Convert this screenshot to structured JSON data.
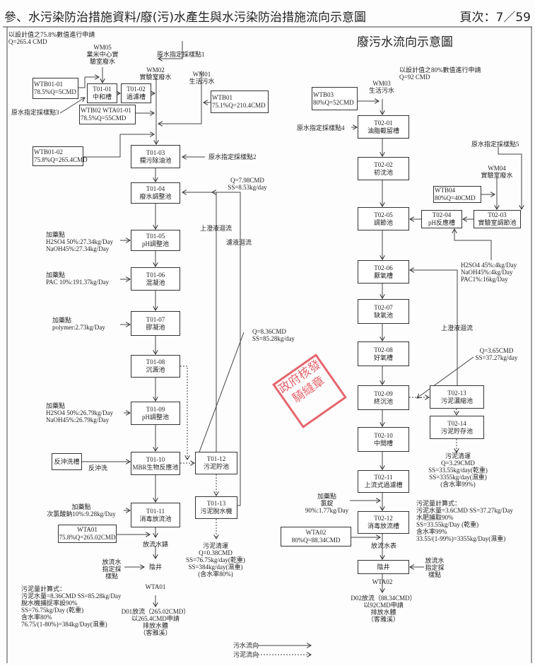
{
  "header": {
    "title": "參、水污染防治措施資料/廢(污)水產生與水污染防治措施流向示意圖",
    "page": "頁次：7／59"
  },
  "diagram_title": "廢污水流向示意圖",
  "left": {
    "note": "以設計值之75.8%數值進行申請\nQ=265.4 CMD",
    "wm05": "WM05\n業米中心實\n驗室廢水",
    "wm02": "WM02\n實驗室廢水",
    "wm01": "WM01\n生活污水",
    "sample1": "原水指定採樣點1",
    "sample2": "原水指定採樣點2",
    "sample3": "原水指定採樣點3",
    "wtb01_01": "WTB01-01\n78.5%Q=5CMD",
    "wtb02": "WTB02 WTA01-01\n78.5%Q=55CMD",
    "wtb01": "WTB01\n75.1%Q=210.4CMD",
    "wtb01_02": "WTB01-02\n75.8%Q=265.4CMD",
    "t01_01": "T01-01\n中和槽",
    "t01_02": "T01-02\n過濾槽",
    "t01_03": "T01-03\n攔污除油池",
    "t01_04": "T01-04\n廢水調整池",
    "t01_05": "T01-05\npH調整池",
    "t01_06": "T01-06\n混凝池",
    "t01_07": "T01-07\n膠凝池",
    "t01_08": "T01-08\n沉澱池",
    "t01_09": "T01-09\npH調整池",
    "t01_10": "T01-10\nMBR生物反應池",
    "t01_11": "T01-11\n消毒放流池",
    "t01_12": "T01-12\n污泥貯池",
    "t01_13": "T01-13\n污泥脫水機",
    "return_q": "Q=7.98CMD\nSS=8.53kg/day",
    "supernatant": "上澄液迴流",
    "filtrate": "濾液迴流",
    "sludge_q": "Q=8.36CMD\nSS=85.28kg/day",
    "dose1": "加藥點\nH2SO4 50%:27.34kg/Day\nNaOH45%:27.34kg/Day",
    "dose2": "加藥點\nPAC 10%:191.37kg/Day",
    "dose3": "加藥點\npolymer:2.73kg/Day",
    "dose4": "加藥點\nH2SO4 50%:26.79kg/Day\nNaOH45%:26.79kg/Day",
    "backwash_tank": "反沖洗槽",
    "backwash": "反沖洗",
    "dose5": "加藥點\n次氯酸鈉10%:9.28kg/Day",
    "wta01": "WTA01\n75.8%Q=265.02CMD",
    "meter": "放流水錶",
    "manhole": "陰井",
    "outlet_sample": "放流水\n指定採\n樣點",
    "wta01_label": "WTA01",
    "discharge": "D01放流（265.02CMD）\n以265.4CMD申請\n排放水體\n（客雅溪）",
    "sludge_out": "污泥清運\nQ=0.38CMD\nSS=76.75kg/day(乾重)\nSS=384kg/day(濕重)\n(含水率80%)",
    "calc": "污泥量計算式：\n污泥水量=8.36CMD  SS=85.28kg/Day\n脫水機捕捉率設90%\nSS=76.75kg/Day (乾重)\n含水率80%\n76.75/(1-80%)=384kg/Day(濕重)"
  },
  "right": {
    "note": "以設計值之80%數值進行申請\nQ=92 CMD",
    "wm03": "WM03\n生活污水",
    "wtb03": "WTB03\n80%Q=52CMD",
    "sample4": "原水指定採樣點4",
    "sample5": "原水指定採樣點5",
    "wm04": "WM04\n實驗室廢水",
    "wtb04": "WTB04\n80%Q=40CMD",
    "t02_01": "T02-01\n油脂截留槽",
    "t02_02": "T02-02\n初沈池",
    "t02_03": "T02-03\n實驗室調節池",
    "t02_04": "T02-04\npH反應槽",
    "t02_05": "T02-05\n調節池",
    "t02_06": "T02-06\n厭氧槽",
    "t02_07": "T02-07\n缺氧池",
    "t02_08": "T02-08\n好氧槽",
    "t02_09": "T02-09\n終沉池",
    "t02_10": "T02-10\n中間槽",
    "t02_11": "T02-11\n上流式過濾槽",
    "t02_12": "T02-12\n消毒放流槽",
    "t02_13": "T02-13\n污泥濃縮池",
    "t02_14": "T02-14\n污泥貯存池",
    "dose_a": "H2SO4 45%:4kg/Day\nNaOH45%:4kg/Day\nPAC1%:16kg/Day",
    "supernatant": "上澄液迴流",
    "sludge_q": "Q=3.65CMD\nSS=37.27kg/day",
    "sludge_out": "污泥清運\nQ=3.29CMD\nSS=33.55kg/day(乾重)\nSS=3355kg/day(濕重)\n(含水率99%)",
    "dose_b": "加藥點\n氯錠90%:1.77kg/Day",
    "wta02": "WTA02\n80%Q=88.34CMD",
    "meter": "放流水表",
    "manhole": "陰井",
    "outlet_sample": "放流水\n指定採\n樣點",
    "wta02_label": "WTA02",
    "discharge": "D02放流（88.34CMD）\n以92CMD申請\n排放水體\n（客雅溪）",
    "calc": "污泥量計算式：\n污泥水量=3.6CMD  SS=37.27kg/Day\n水肥捕取90%\nSS=33.55kg/Day (乾重)\n含水率99%\n33.55/(1-99%)=3355kg/Day(濕重)"
  },
  "legend": {
    "sewage": "污水流向",
    "sludge": "污泥流向"
  },
  "stamp": "政府核發騎縫章",
  "colors": {
    "stamp": "#e0404a",
    "line": "#333333"
  }
}
